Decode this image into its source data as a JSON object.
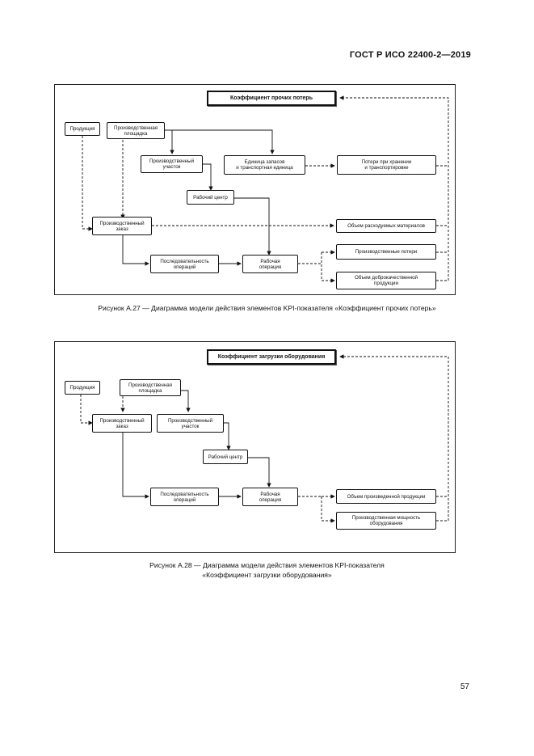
{
  "header": {
    "standard": "ГОСТ Р ИСО 22400-2—2019"
  },
  "figure_a27": {
    "title": "Коэффициент прочих потерь",
    "product": "Продукция",
    "production_site": "Производственная\nплощадка",
    "production_area": "Производственный\nучасток",
    "storage_unit": "Единица запасов\nи транспортная единица",
    "storage_losses": "Потери при хранении\nи транспортировке",
    "work_center": "Рабочий центр",
    "production_order": "Производственный\nзаказ",
    "consumed_material": "Объем расходуемых материалов",
    "operations_sequence": "Последовательность\nопераций",
    "work_operation": "Рабочая\nоперация",
    "production_losses": "Производственные потери",
    "good_product": "Объем доброкачественной\nпродукции",
    "caption": "Рисунок А.27 — Диаграмма модели действия элементов KPI-показателя «Коэффициент прочих потерь»"
  },
  "figure_a28": {
    "title": "Коэффициент загрузки оборудования",
    "product": "Продукция",
    "production_site": "Производственная\nплощадка",
    "production_order": "Производственный\nзаказ",
    "production_area": "Производственный\nучасток",
    "work_center": "Рабочий центр",
    "operations_sequence": "Последовательность\nопераций",
    "work_operation": "Рабочая\nоперация",
    "produced_volume": "Объем произведенной продукции",
    "production_capacity": "Производственная мощность\nоборудования",
    "caption": "Рисунок А.28 — Диаграмма модели действия элементов KPI-показателя\n«Коэффициент загрузки оборудования»"
  },
  "footer": {
    "page_number": "57"
  }
}
